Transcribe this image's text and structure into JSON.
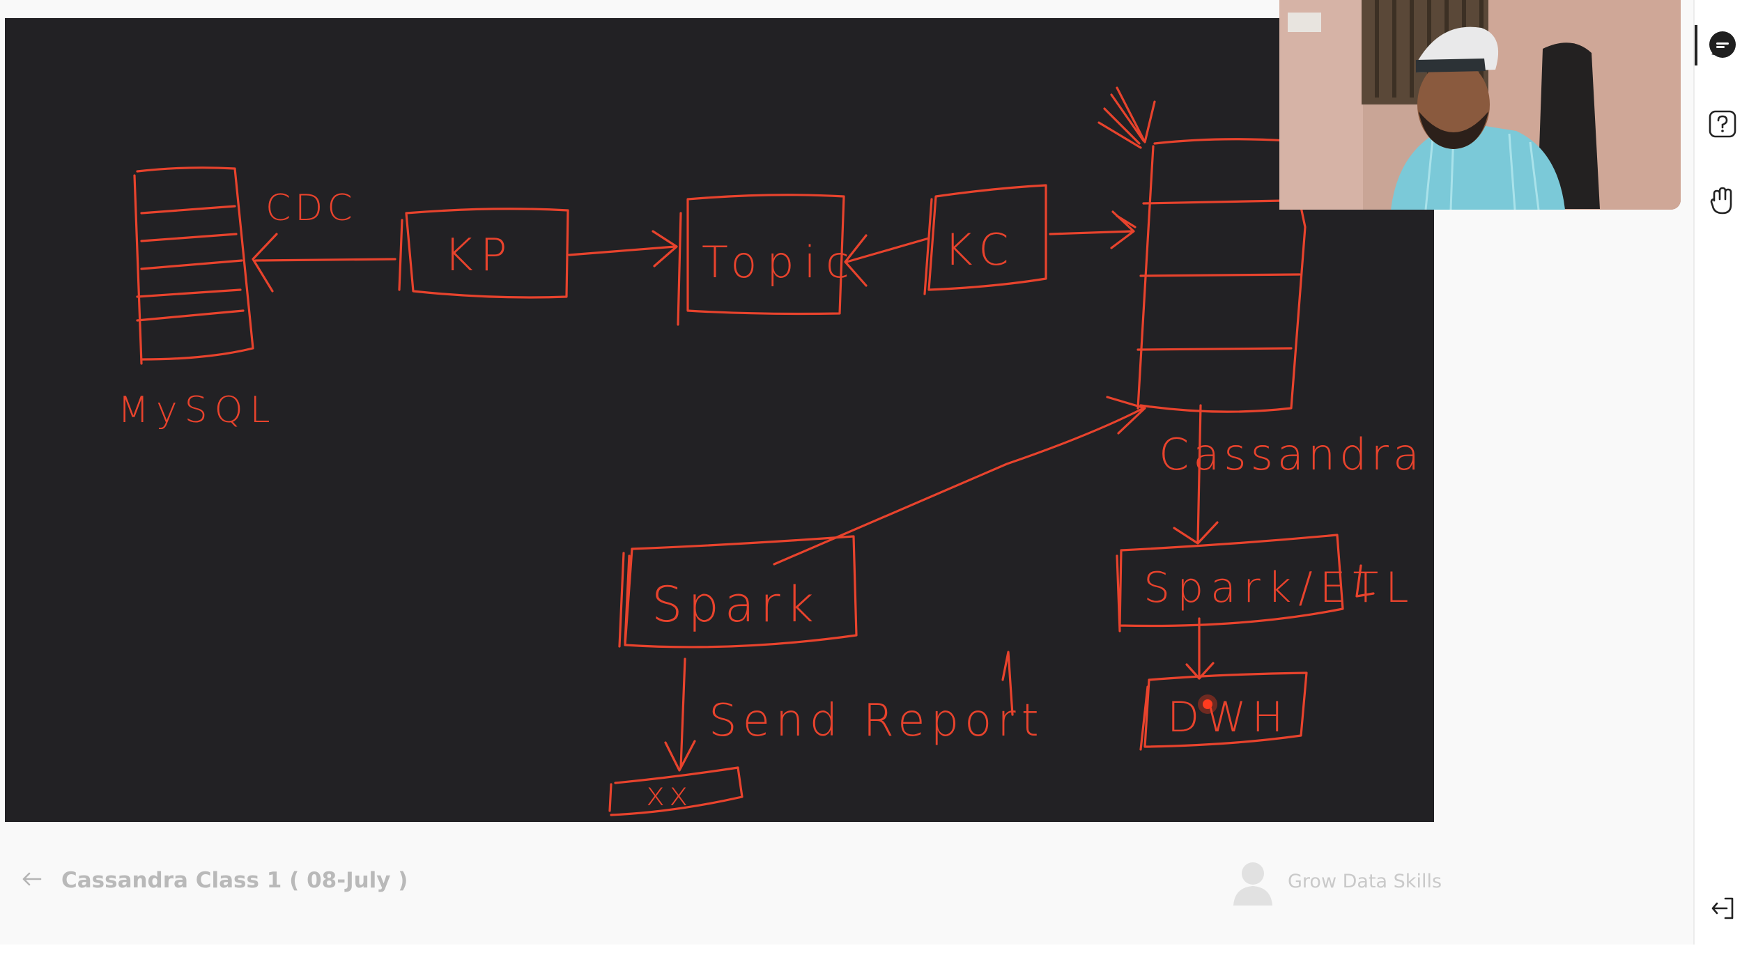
{
  "board": {
    "labels": {
      "mysql": "MySQL",
      "cdc": "CDC",
      "kp": "KP",
      "topic": "Topic",
      "kc": "KC",
      "cassandra": "Cassandra",
      "spark": "Spark",
      "spark_etl": "Spark/ETL",
      "send_report": "Send Report",
      "dwh": "DWH",
      "xx": "xx"
    },
    "ink_color": "#e8432d",
    "background": "#222124"
  },
  "webcam": {
    "description_icon": "presenter-video"
  },
  "session": {
    "title": "Cassandra Class 1 ( 08-July )",
    "presenter": "Grow Data Skills"
  },
  "rail": {
    "items": [
      {
        "name": "chat",
        "icon": "chat-bubble-icon",
        "active": true
      },
      {
        "name": "questions",
        "icon": "question-icon",
        "active": false
      },
      {
        "name": "raise-hand",
        "icon": "hand-icon",
        "active": false
      },
      {
        "name": "leave",
        "icon": "exit-icon",
        "active": false
      }
    ]
  }
}
